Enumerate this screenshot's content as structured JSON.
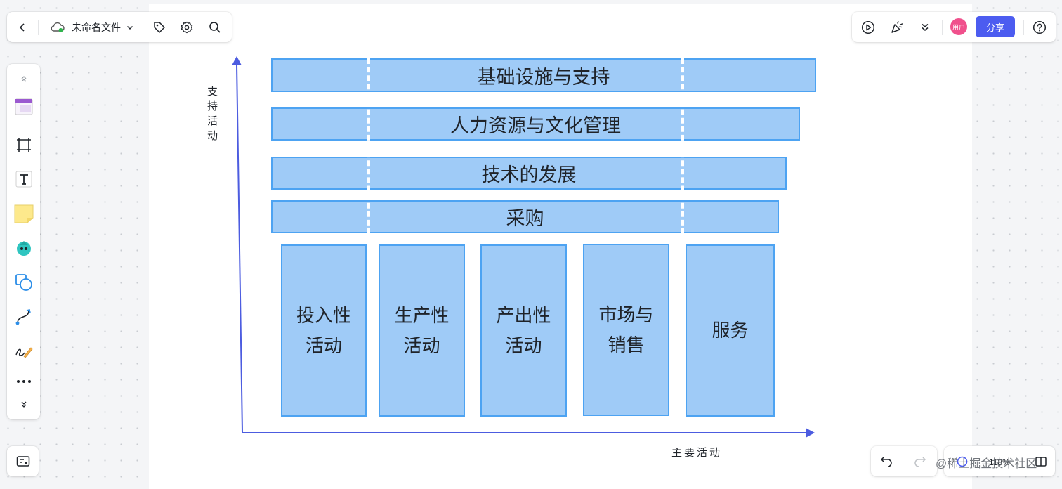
{
  "header": {
    "file_title": "未命名文件",
    "share_label": "分享",
    "avatar_text": "用户"
  },
  "icons": {
    "back": "chevron-left-icon",
    "cloud": "cloud-icon",
    "tag": "tag-icon",
    "settings": "gear-icon",
    "search": "search-icon",
    "play": "play-icon",
    "celebrate": "party-icon",
    "more": "chevron-double-down-icon",
    "help": "help-icon"
  },
  "diagram": {
    "bars": [
      "基础设施与支持",
      "人力资源与文化管理",
      "技术的发展",
      "采购"
    ],
    "columns": [
      "投入性\n活动",
      "生产性\n活动",
      "产出性\n活动",
      "市场与\n销售",
      "服务"
    ],
    "y_axis_label": "支持活动",
    "x_axis_label": "主要活动",
    "fill_color": "#9fcbf7",
    "stroke_color": "#4da3f2",
    "axis_color": "#4c5ce0"
  },
  "footer": {
    "zoom": "118%",
    "watermark": "@稀土掘金技术社区"
  }
}
